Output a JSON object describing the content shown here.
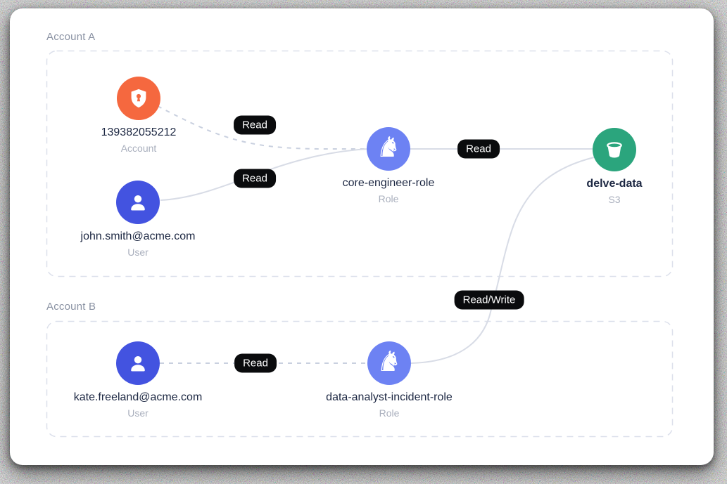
{
  "diagram": {
    "groups": [
      {
        "label": "Account A"
      },
      {
        "label": "Account B"
      }
    ],
    "nodes": [
      {
        "id": "account",
        "label": "139382055212",
        "type": "Account",
        "icon": "shield-lock-icon",
        "color": "#f5683f"
      },
      {
        "id": "user-john",
        "label": "john.smith@acme.com",
        "type": "User",
        "icon": "user-icon",
        "color": "#4353e0"
      },
      {
        "id": "role-core",
        "label": "core-engineer-role",
        "type": "Role",
        "icon": "chess-knight-icon",
        "color": "#6d82f3"
      },
      {
        "id": "bucket",
        "label": "delve-data",
        "type": "S3",
        "icon": "bucket-icon",
        "color": "#2ba57d"
      },
      {
        "id": "user-kate",
        "label": "kate.freeland@acme.com",
        "type": "User",
        "icon": "user-icon",
        "color": "#4353e0"
      },
      {
        "id": "role-analyst",
        "label": "data-analyst-incident-role",
        "type": "Role",
        "icon": "chess-knight-icon",
        "color": "#6d82f3"
      }
    ],
    "edges": [
      {
        "from": "account",
        "to": "role-core",
        "label": "Read",
        "style": "dashed"
      },
      {
        "from": "user-john",
        "to": "role-core",
        "label": "Read",
        "style": "solid"
      },
      {
        "from": "role-core",
        "to": "bucket",
        "label": "Read",
        "style": "solid"
      },
      {
        "from": "user-kate",
        "to": "role-analyst",
        "label": "Read",
        "style": "dashed"
      },
      {
        "from": "role-analyst",
        "to": "bucket",
        "label": "Read/Write",
        "style": "solid"
      }
    ],
    "colors": {
      "badge_background": "#0a0b0d",
      "badge_text": "#ffffff",
      "edge_solid": "#d8dce6",
      "edge_dashed": "#c9d0df",
      "group_border": "#dce0eb",
      "card_background": "#ffffff",
      "label_primary": "#1c2742",
      "label_secondary": "#a9afbd",
      "group_label_text": "#8a92a3"
    }
  }
}
